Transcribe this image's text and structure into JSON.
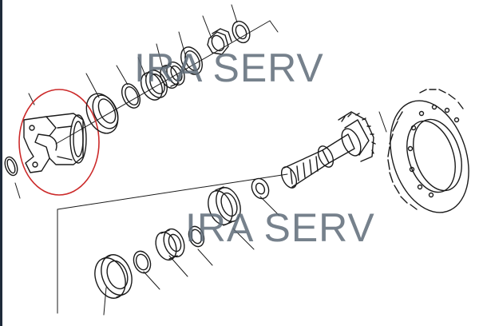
{
  "watermark": {
    "text_top": "IRA SERV",
    "text_bottom": "IRA SERV",
    "color": "#5f6c78"
  },
  "colors": {
    "line": "#1a1a1a",
    "highlight": "#cc2a2a",
    "frame_edge": "#1e2a3a",
    "background": "#ffffff"
  },
  "highlight": {
    "part": "yoke",
    "shape": "ellipse-outline"
  }
}
